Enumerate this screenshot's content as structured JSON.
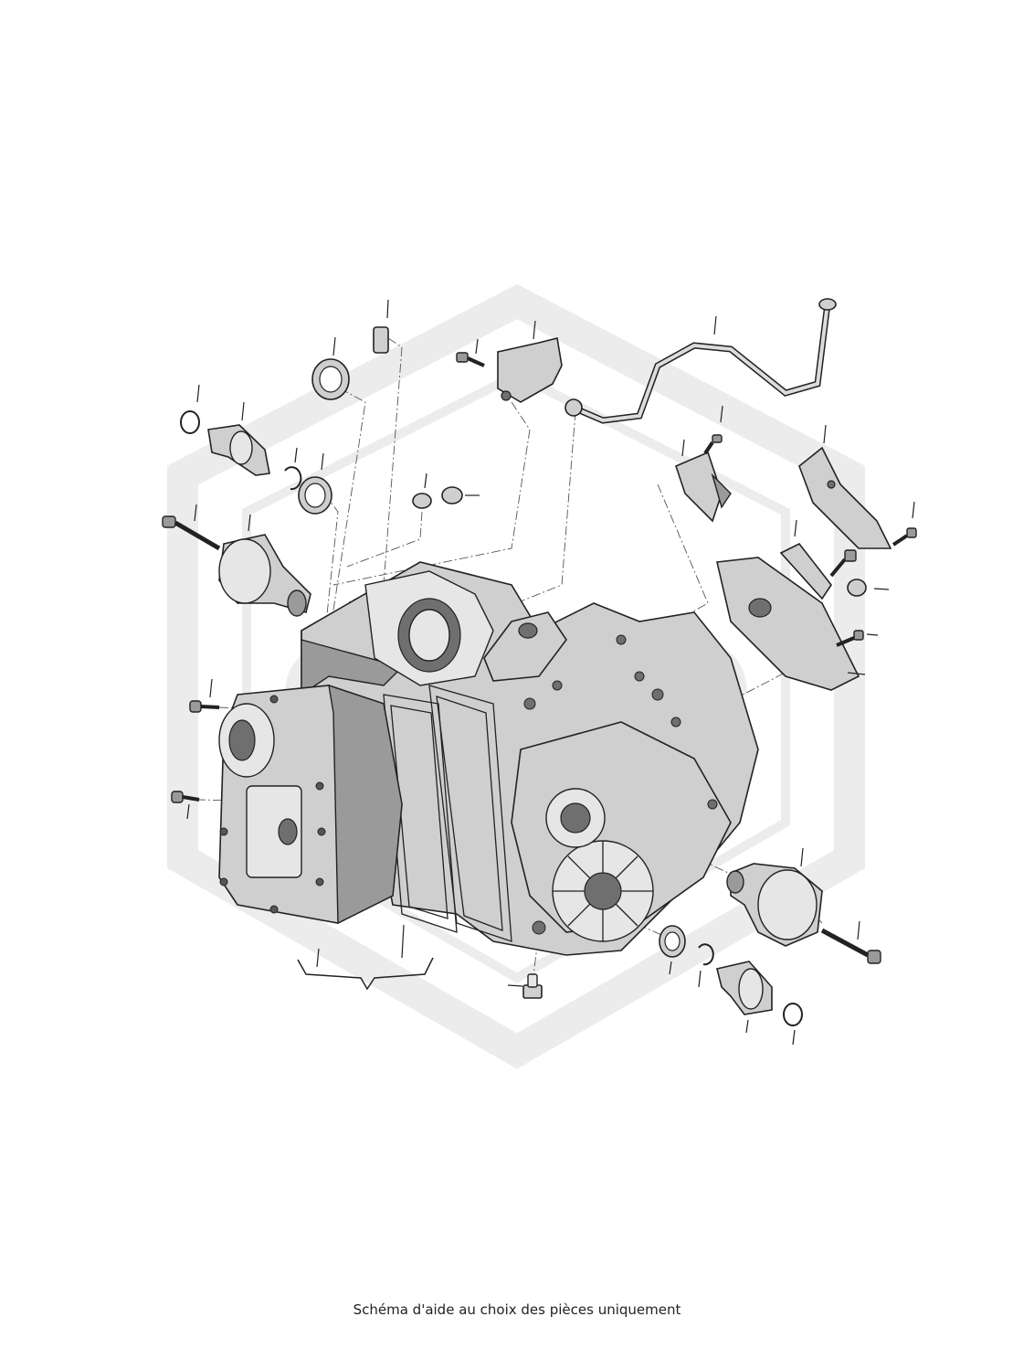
{
  "caption": "Schéma d'aide au choix des pièces uniquement",
  "watermark": {
    "color": "#ececec"
  },
  "colors": {
    "line": "#222222",
    "metal": "#cfcfcf",
    "shadow": "#9a9a9a",
    "light": "#e6e6e6"
  },
  "icons": [
    "transmission-housing",
    "valve-body-cover",
    "gasket",
    "drive-flange",
    "bolt",
    "o-ring",
    "seal-ring",
    "circlip",
    "breather-pipe",
    "bracket",
    "sensor",
    "drain-plug",
    "plug"
  ]
}
